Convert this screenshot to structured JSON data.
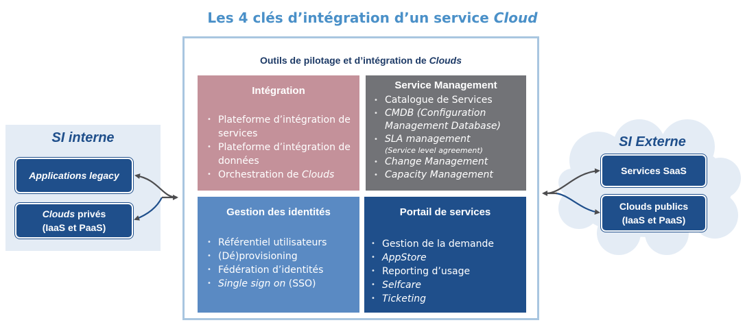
{
  "title": {
    "main": "Les 4 clés d’intégration d’un service ",
    "em": "Cloud"
  },
  "frame": {
    "title_main": "Outils de pilotage et d’intégration de ",
    "title_em": "Clouds"
  },
  "integration": {
    "heading": "Intégration",
    "items": [
      "Plateforme d’intégration de services",
      "Plateforme d’intégration de données"
    ],
    "orchestration_prefix": "Orchestration de ",
    "orchestration_em": "Clouds"
  },
  "service_management": {
    "heading": "Service Management",
    "catalogue": "Catalogue de Services",
    "cmdb": "CMDB (Configuration Management Database)",
    "sla": "SLA management",
    "sla_note": "(Service level agreement)",
    "change": "Change Management",
    "capacity": "Capacity Management"
  },
  "identity": {
    "heading": "Gestion des identités",
    "items": [
      "Référentiel utilisateurs",
      "(Dé)provisioning",
      "Fédération d’identités"
    ],
    "sso_em": "Single sign on",
    "sso_suffix": " (SSO)"
  },
  "portail": {
    "heading": "Portail de services",
    "demande": "Gestion de la demande",
    "appstore": "AppStore",
    "reporting": "Reporting d’usage",
    "selfcare": "Selfcare",
    "ticketing": "Ticketing"
  },
  "si_interne": {
    "label": "SI interne",
    "legacy": "Applications legacy",
    "prives_em": "Clouds",
    "prives_suffix": " privés",
    "prives_line2": "(IaaS et PaaS)"
  },
  "si_externe": {
    "label": "SI Externe",
    "saas": "Services SaaS",
    "publics_line1": "Clouds publics",
    "publics_line2": "(IaaS et PaaS)"
  },
  "colors": {
    "title": "#4a90c8",
    "integration": "#c4919a",
    "service_management": "#727377",
    "identity": "#5a8ac3",
    "portail": "#1f4f8b",
    "frame_border": "#a9c6e0",
    "panel_bg": "#e4ecf5"
  }
}
